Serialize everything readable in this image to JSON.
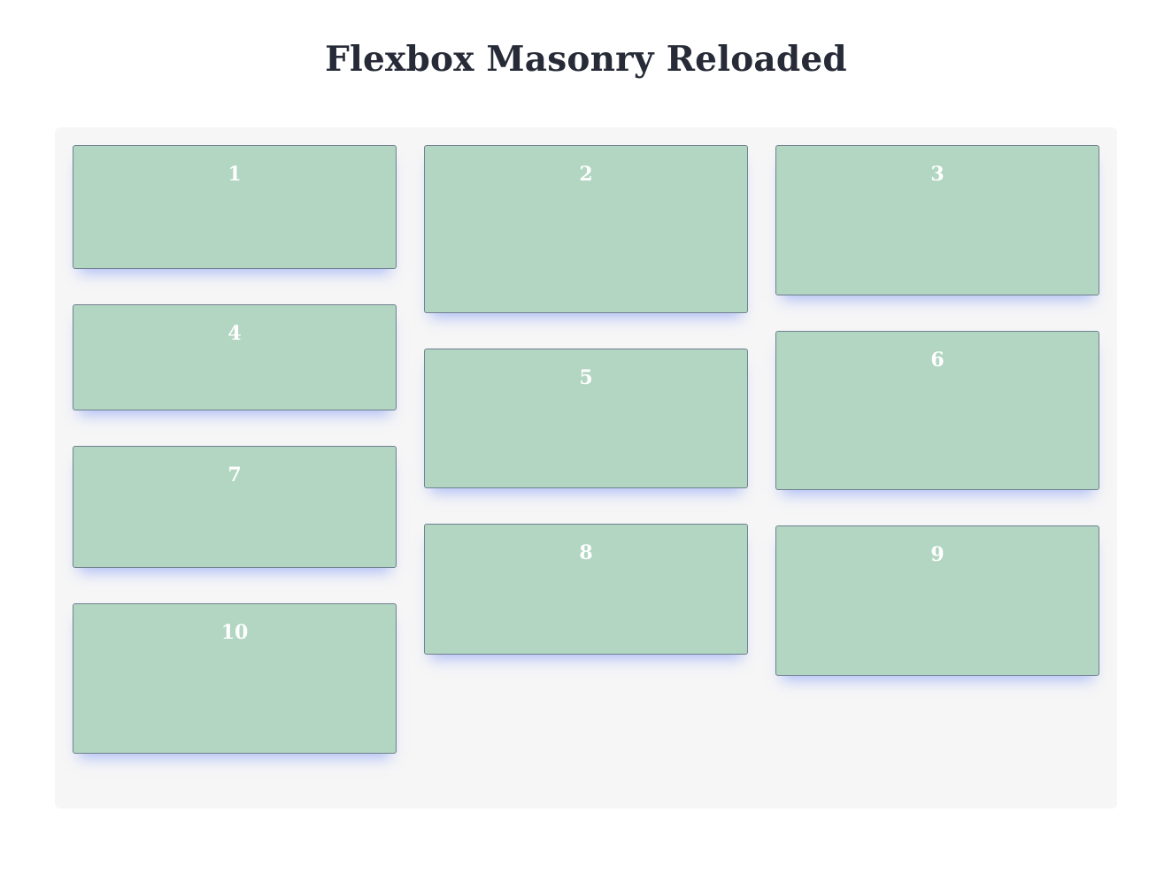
{
  "page": {
    "title": "Flexbox Masonry Reloaded"
  },
  "masonry": {
    "columns": [
      {
        "cards": [
          {
            "label": "1"
          },
          {
            "label": "4"
          },
          {
            "label": "7"
          },
          {
            "label": "10"
          }
        ]
      },
      {
        "cards": [
          {
            "label": "2"
          },
          {
            "label": "5"
          },
          {
            "label": "8"
          }
        ]
      },
      {
        "cards": [
          {
            "label": "3"
          },
          {
            "label": "6"
          },
          {
            "label": "9"
          }
        ]
      }
    ]
  },
  "colors": {
    "page_bg": "#ffffff",
    "title_text": "#262b37",
    "board_bg": "#f6f6f7",
    "card_bg": "#b2d6c2",
    "card_border": "#708090",
    "card_text": "#ffffff",
    "card_shadow": "rgba(105,135,245,0.5)"
  }
}
